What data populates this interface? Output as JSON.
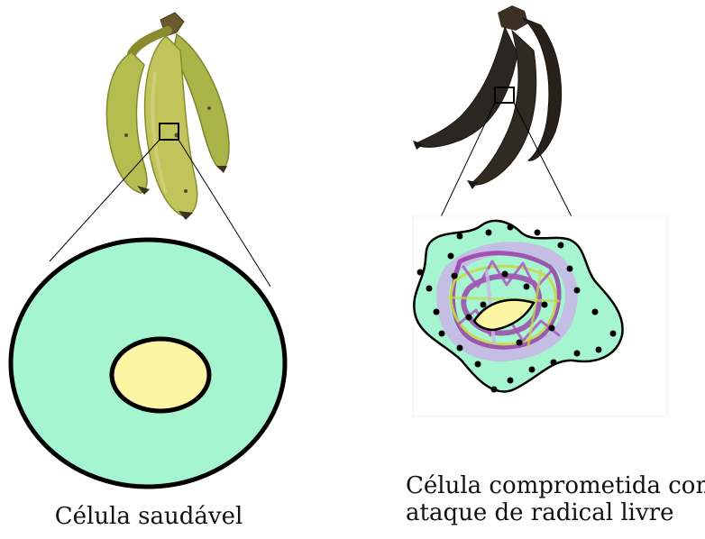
{
  "captions": {
    "healthy": "Célula saudável",
    "damaged_line1": "Célula comprometida com",
    "damaged_line2": "ataque de radical livre"
  },
  "colors": {
    "cell_fill": "#a4f5d0",
    "nucleus_fill": "#fbf5a4",
    "outline": "#000000",
    "banana_green": "#b6bd52",
    "banana_dark": "#2b2620",
    "damage_purple": "#9a3ca8",
    "damage_yellow": "#c8d84a",
    "damage_lavender": "#c9b8e6"
  }
}
